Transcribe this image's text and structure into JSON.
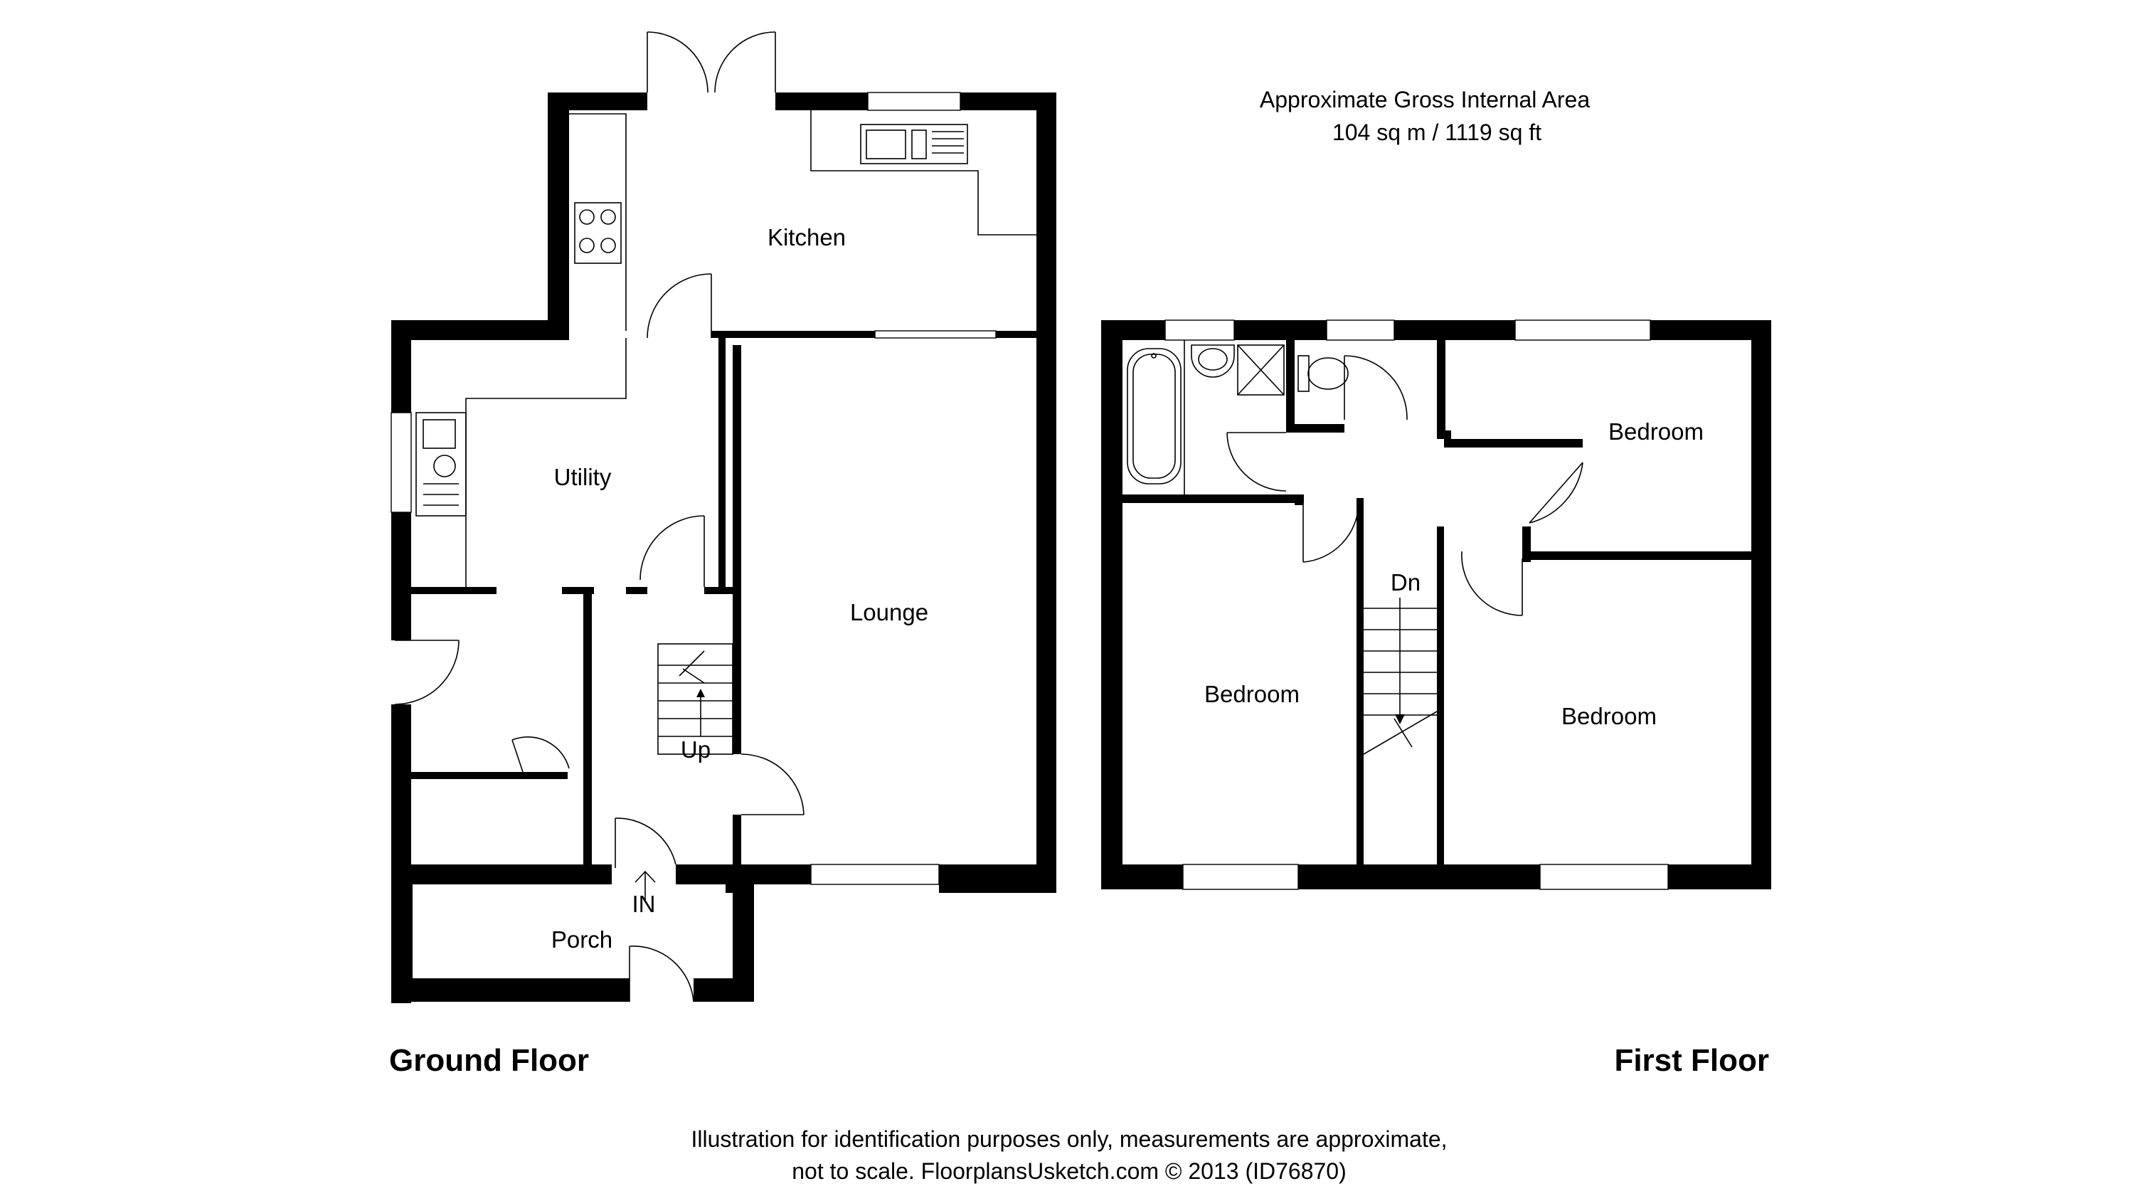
{
  "area": {
    "line1": "Approximate Gross Internal Area",
    "line2": "104 sq m / 1119 sq ft"
  },
  "ground_floor": {
    "title": "Ground Floor",
    "rooms": {
      "kitchen": "Kitchen",
      "utility": "Utility",
      "lounge": "Lounge",
      "porch": "Porch"
    },
    "stair_label": "Up",
    "entrance_label": "IN"
  },
  "first_floor": {
    "title": "First Floor",
    "rooms": {
      "bedroom_1": "Bedroom",
      "bedroom_2": "Bedroom",
      "bedroom_3": "Bedroom"
    },
    "stair_label": "Dn"
  },
  "disclaimer": {
    "line1": "Illustration for identification purposes only, measurements are approximate,",
    "line2": "not to scale. FloorplansUsketch.com © 2013 (ID76870)"
  }
}
